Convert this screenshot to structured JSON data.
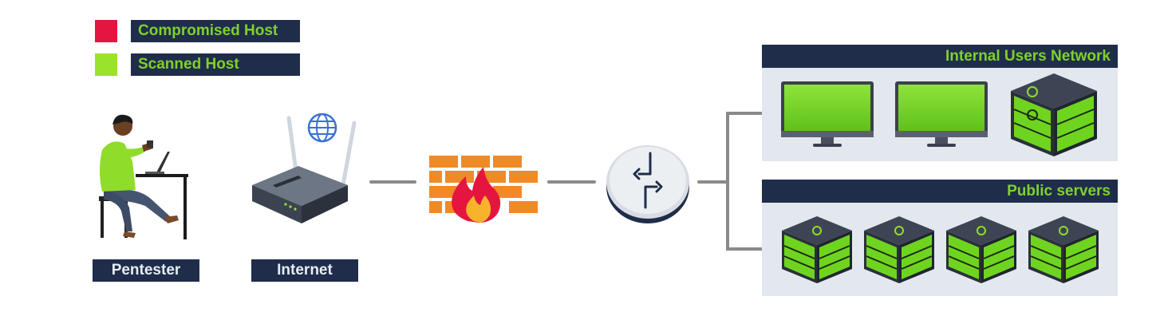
{
  "legend": {
    "compromised": {
      "label": "Compromised Host",
      "color": "#e4163f"
    },
    "scanned": {
      "label": "Scanned Host",
      "color": "#9be22d"
    }
  },
  "nodes": {
    "pentester": {
      "label": "Pentester",
      "icon": "person-laptop-icon"
    },
    "internet": {
      "label": "Internet",
      "icon": "router-icon"
    },
    "firewall": {
      "icon": "firewall-icon"
    },
    "router": {
      "icon": "network-router-icon"
    }
  },
  "networks": {
    "internal": {
      "title": "Internal Users Network"
    },
    "public": {
      "title": "Public servers"
    }
  },
  "colors": {
    "navy": "#1f2d4a",
    "accent_green": "#7fd12a",
    "panel_bg": "#e3e8ee",
    "link": "#8a8a8a"
  }
}
